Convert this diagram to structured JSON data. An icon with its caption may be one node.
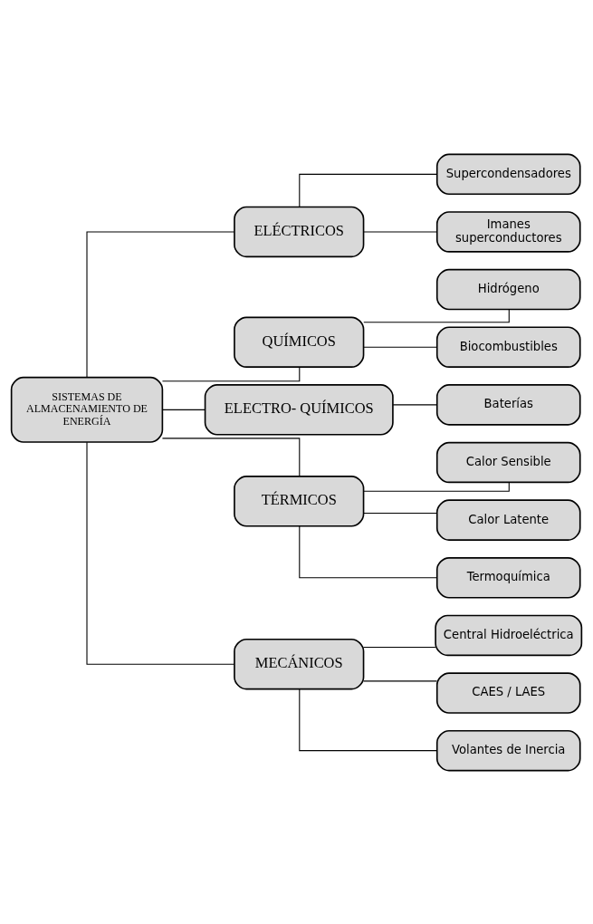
{
  "diagram": {
    "nodes": [
      {
        "text": [
          "SISTEMAS DE ALMACENAMIENTO DE ENERGÍA"
        ]
      },
      {
        "text": [
          "ELÉCTRICOS"
        ]
      },
      {
        "text": [
          "Supercondensadores"
        ]
      },
      {
        "text": [
          "Imanes superconductores"
        ]
      },
      {
        "text": [
          "QUÍMICOS"
        ]
      },
      {
        "text": [
          "Hidrógeno"
        ]
      },
      {
        "text": [
          "Biocombustibles"
        ]
      },
      {
        "text": [
          "ELECTRO- QUÍMICOS"
        ]
      },
      {
        "text": [
          "Baterías"
        ]
      },
      {
        "text": [
          "TÉRMICOS"
        ]
      },
      {
        "text": [
          "Calor Sensible"
        ]
      },
      {
        "text": [
          "Calor Latente"
        ]
      },
      {
        "text": [
          "Termoquímica"
        ]
      },
      {
        "text": [
          "MECÁNICOS"
        ]
      },
      {
        "text": [
          "Central Hidroeléctrica"
        ]
      },
      {
        "text": [
          "CAES / LAES"
        ]
      },
      {
        "text": [
          "Volantes de Inercia"
        ]
      }
    ],
    "edges": [
      {
        "from": 0,
        "to": 1,
        "arrow": "none"
      },
      {
        "from": 0,
        "to": 4,
        "arrow": "none"
      },
      {
        "from": 0,
        "to": 7,
        "arrow": "none"
      },
      {
        "from": 0,
        "to": 9,
        "arrow": "none"
      },
      {
        "from": 0,
        "to": 13,
        "arrow": "none"
      },
      {
        "from": 1,
        "to": 2,
        "arrow": "none"
      },
      {
        "from": 1,
        "to": 3,
        "arrow": "none"
      },
      {
        "from": 4,
        "to": 5,
        "arrow": "none"
      },
      {
        "from": 4,
        "to": 6,
        "arrow": "none"
      },
      {
        "from": 7,
        "to": 8,
        "arrow": "none"
      },
      {
        "from": 9,
        "to": 10,
        "arrow": "none"
      },
      {
        "from": 9,
        "to": 11,
        "arrow": "none"
      },
      {
        "from": 9,
        "to": 12,
        "arrow": "none"
      },
      {
        "from": 13,
        "to": 14,
        "arrow": "none"
      },
      {
        "from": 13,
        "to": 15,
        "arrow": "none"
      },
      {
        "from": 13,
        "to": 16,
        "arrow": "none"
      }
    ]
  }
}
